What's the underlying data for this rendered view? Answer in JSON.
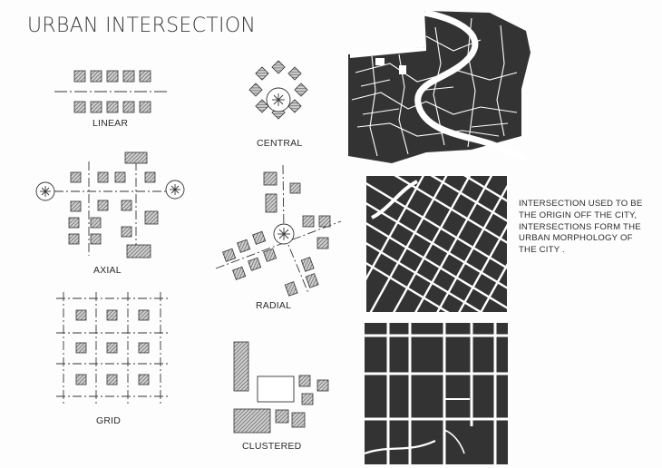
{
  "title": "URBAN INTERSECTION",
  "labels": {
    "linear": "LINEAR",
    "central": "CENTRAL",
    "axial": "AXIAL",
    "radial": "RADIAL",
    "grid": "GRID",
    "clustered": "CLUSTERED"
  },
  "note_lines": [
    "INTERSECTION USED TO BE",
    "THE ORIGIN OFF THE CITY,",
    "INTERSECTIONS FORM THE",
    "URBAN MORPHOLOGY OF",
    "THE CITY ."
  ],
  "colors": {
    "ink": "#2b2b2b",
    "hatch": "#7a7a7a",
    "map_fill": "#333333",
    "street": "#ffffff"
  }
}
